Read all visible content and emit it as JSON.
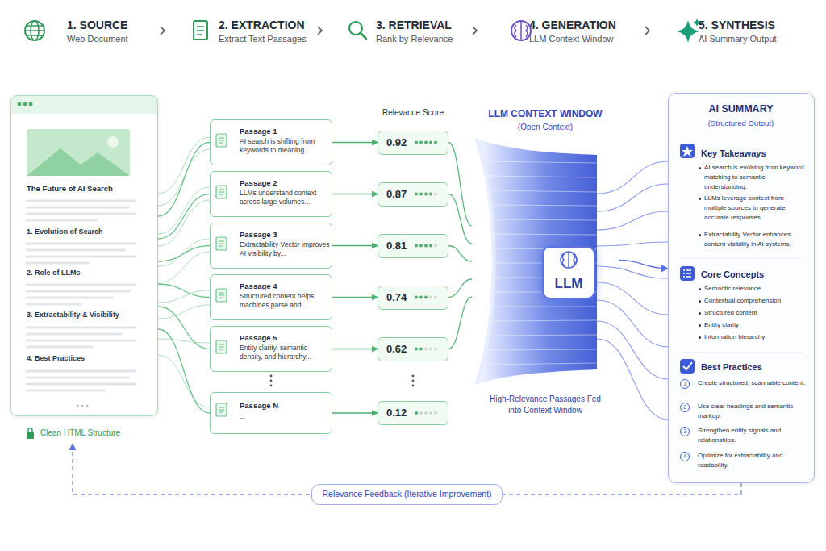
{
  "diagram": {
    "nodes": [
      {
        "text": [
          "The Future of AI Search",
          "1. Evolution of Search",
          "2. Role of LLMs",
          "3. Extractability & Visibility",
          "4. Best Practices",
          "Clean HTML Structure"
        ]
      },
      {
        "text": [
          "Passage 1",
          "AI search is shifting from keywords to meaning..."
        ]
      },
      {
        "text": [
          "Passage 2",
          "LLMs understand context across large volumes..."
        ]
      },
      {
        "text": [
          "Passage 3",
          "Extractability Vector improves AI visibility by..."
        ]
      },
      {
        "text": [
          "Passage 4",
          "Structured content helps machines parse and..."
        ]
      },
      {
        "text": [
          "Passage 5",
          "Entity clarity, semantic density, and hierarchy..."
        ]
      },
      {
        "text": [
          "Passage N",
          "..."
        ]
      },
      {
        "text": [
          "0.92"
        ]
      },
      {
        "text": [
          "0.87"
        ]
      },
      {
        "text": [
          "0.81"
        ]
      },
      {
        "text": [
          "0.74"
        ]
      },
      {
        "text": [
          "0.62"
        ]
      },
      {
        "text": [
          "0.12"
        ]
      },
      {
        "text": [
          "LLM CONTEXT WINDOW",
          "(Open Context)",
          "High-Relevance Passages Fed into Context Window"
        ]
      },
      {
        "text": [
          "LLM"
        ],
        "in": 13
      },
      {
        "text": [
          "AI SUMMARY",
          "(Structured Output)",
          "Key Takeaways",
          "AI search is evolving from keyword matching to semantic understanding.",
          "LLMs leverage context from multiple sources to generate accurate responses.",
          "Extractability Vector enhances content visibility in AI systems.",
          "Core Concepts",
          "Semantic relevance",
          "Contextual comprehension",
          "Structured content",
          "Entity clarity",
          "Information hierarchy",
          "Best Practices",
          "1",
          "Create structured, scannable content.",
          "2",
          "Use clear headings and semantic markup.",
          "3",
          "Strengthen entity signals and relationships.",
          "4",
          "Optimize for extractability and readability."
        ]
      }
    ],
    "edges": [
      {
        "from": 0,
        "to": 1,
        "arrow": "none"
      },
      {
        "from": 0,
        "to": 2,
        "arrow": "none"
      },
      {
        "from": 0,
        "to": 3,
        "arrow": "none"
      },
      {
        "from": 0,
        "to": 4,
        "arrow": "none"
      },
      {
        "from": 0,
        "to": 5,
        "arrow": "none"
      },
      {
        "from": 0,
        "to": 6,
        "arrow": "none"
      },
      {
        "from": 1,
        "to": 7,
        "arrow": "to"
      },
      {
        "from": 2,
        "to": 8,
        "arrow": "to"
      },
      {
        "from": 3,
        "to": 9,
        "arrow": "to"
      },
      {
        "from": 4,
        "to": 10,
        "arrow": "to"
      },
      {
        "from": 5,
        "to": 11,
        "arrow": "to"
      },
      {
        "from": 6,
        "to": 12,
        "arrow": "to"
      },
      {
        "from": 7,
        "to": 13,
        "arrow": "none"
      },
      {
        "from": 8,
        "to": 13,
        "arrow": "none"
      },
      {
        "from": 9,
        "to": 13,
        "arrow": "none"
      },
      {
        "from": 10,
        "to": 13,
        "arrow": "none"
      },
      {
        "from": 11,
        "to": 13,
        "arrow": "none"
      },
      {
        "from": 13,
        "to": 15,
        "arrow": "to"
      },
      {
        "from": 15,
        "to": 0,
        "label": "Relevance Feedback (Iterative Improvement)",
        "arrow": "to"
      }
    ],
    "labels": [
      "1. SOURCE",
      "Web Document",
      "2. EXTRACTION",
      "Extract Text Passages",
      "3. RETRIEVAL",
      "Rank by Relevance",
      "4. GENERATION",
      "LLM Context Window",
      "5. SYNTHESIS",
      "AI Summary Output",
      "Relevance Score"
    ]
  }
}
